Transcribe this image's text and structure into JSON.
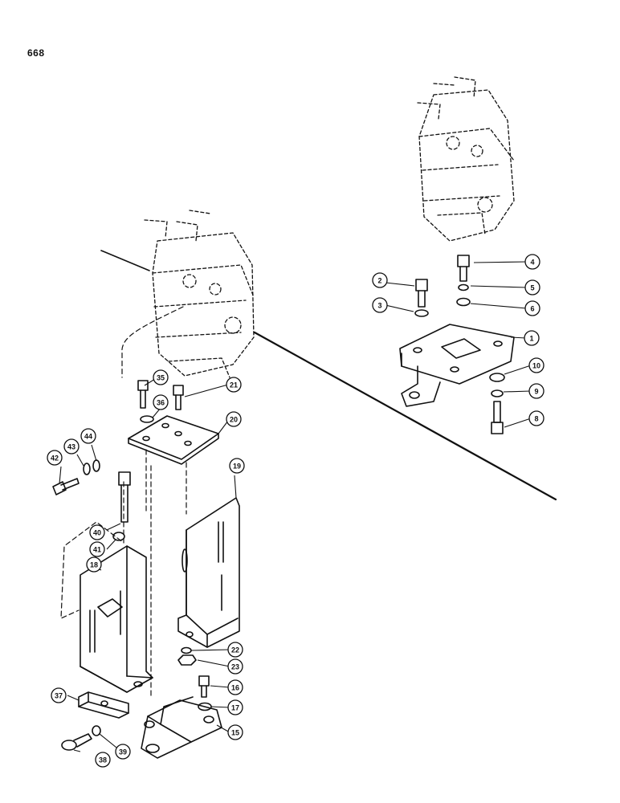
{
  "page_number": "668",
  "callouts": [
    "1",
    "2",
    "3",
    "4",
    "5",
    "6",
    "8",
    "9",
    "10",
    "15",
    "16",
    "17",
    "18",
    "19",
    "20",
    "21",
    "22",
    "23",
    "35",
    "36",
    "37",
    "38",
    "39",
    "40",
    "41",
    "42",
    "43",
    "44"
  ]
}
